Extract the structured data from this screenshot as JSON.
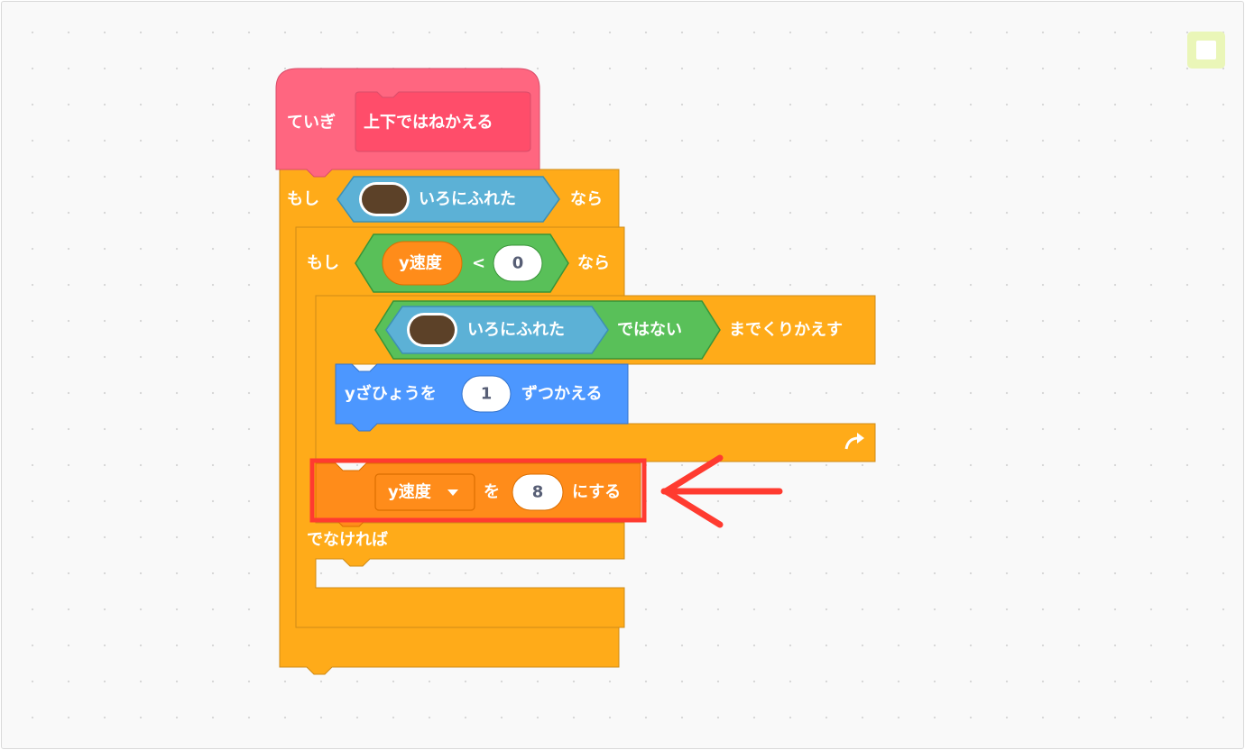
{
  "script": {
    "define_block": {
      "keyword": "ていぎ",
      "name": "上下ではねかえる"
    },
    "outer_if": {
      "if_label": "もし",
      "then_label": "なら"
    },
    "touching_color": {
      "label": "いろにふれた",
      "color": "#5c4128"
    },
    "inner_if_else": {
      "if_label": "もし",
      "then_label": "なら",
      "else_label": "でなければ",
      "condition": {
        "variable": "y速度",
        "operator": "<",
        "value": "0"
      }
    },
    "repeat_until": {
      "suffix": "までくりかえす",
      "not_label": "ではない",
      "touching_label": "いろにふれた",
      "loop_icon": "loop-arrow-icon"
    },
    "change_y": {
      "prefix": "yざひょうを",
      "value": "1",
      "suffix": "ずつかえる"
    },
    "set_variable": {
      "variable": "y速度",
      "wo": "を",
      "value": "8",
      "suffix": "にする"
    }
  },
  "annotation": {
    "highlight_color": "#ff3b30",
    "arrow": "left-arrow-icon"
  },
  "colors": {
    "define": "#ff6680",
    "control": "#ffab19",
    "sensing": "#5cb1d6",
    "operators": "#59c059",
    "motion": "#4c97ff",
    "variables": "#ff8c1a"
  },
  "toolbar": {
    "stop_icon": "square-outline-icon"
  }
}
